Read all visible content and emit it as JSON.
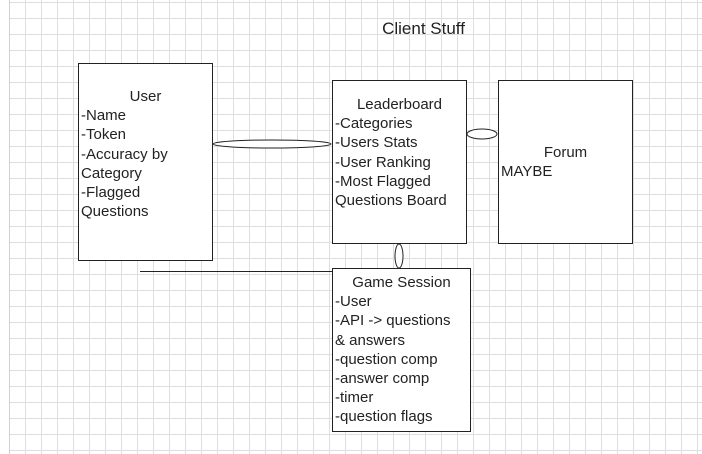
{
  "title": "Client Stuff",
  "boxes": {
    "user": {
      "heading": "User",
      "lines": [
        "-Name",
        "-Token",
        "-Accuracy by",
        "Category",
        "-Flagged",
        "Questions"
      ]
    },
    "leaderboard": {
      "heading": "Leaderboard",
      "lines": [
        "-Categories",
        "-Users Stats",
        "-User Ranking",
        "-Most Flagged",
        "Questions Board"
      ]
    },
    "forum": {
      "heading": "Forum",
      "lines": [
        "MAYBE"
      ]
    },
    "game_session": {
      "heading": "Game Session",
      "lines": [
        "-User",
        "-API -> questions",
        "& answers",
        "-question comp",
        "-answer comp",
        "-timer",
        "-question flags"
      ]
    }
  },
  "colors": {
    "stroke": "#222222",
    "grid": "#dedede",
    "background": "#ffffff"
  }
}
